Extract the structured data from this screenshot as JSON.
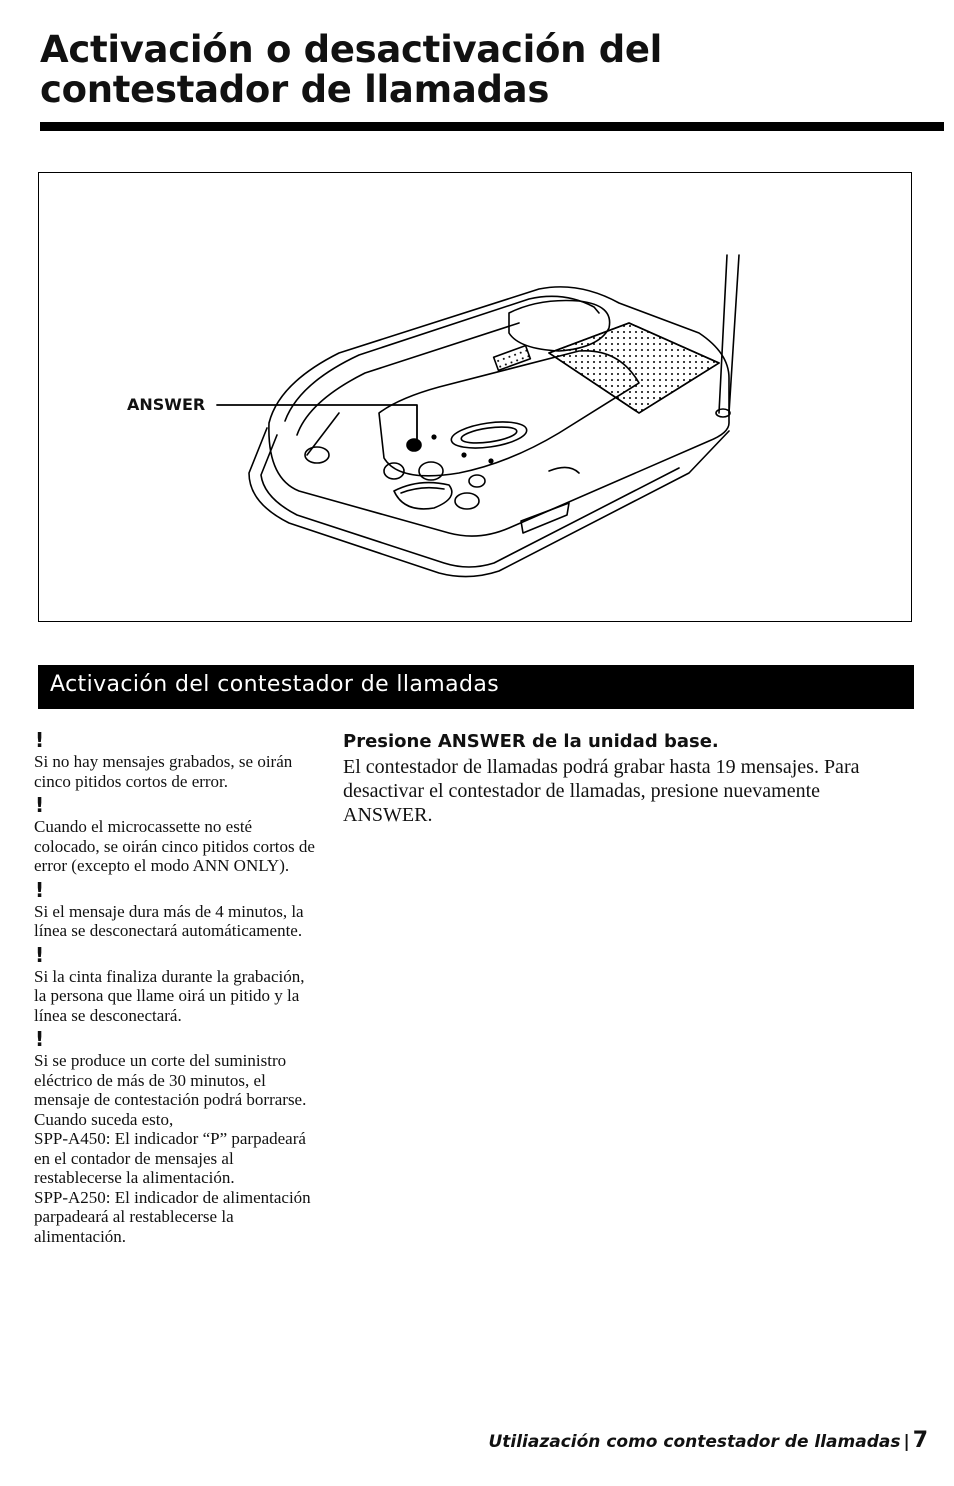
{
  "page": {
    "title": "Activación o desactivación del contestador de llamadas"
  },
  "figure": {
    "answer_label": "ANSWER"
  },
  "section": {
    "heading": "Activación del contestador de llamadas"
  },
  "notes": [
    {
      "icon": "!",
      "text": "Si no hay mensajes grabados, se oirán cinco pitidos cortos de error."
    },
    {
      "icon": "!",
      "text": "Cuando el microcassette no esté colocado, se oirán cinco pitidos cortos de error (excepto el modo ANN ONLY)."
    },
    {
      "icon": "!",
      "text": "Si el mensaje dura más de 4 minutos, la línea se desconectará automáticamente."
    },
    {
      "icon": "!",
      "text": "Si la cinta finaliza durante la grabación, la persona que llame oirá un pitido y la línea se desconectará."
    },
    {
      "icon": "!",
      "text": "Si se produce un corte del suministro eléctrico de más de 30 minutos, el mensaje de contestación podrá borrarse. Cuando suceda esto,",
      "model1_label": "SPP-A450:",
      "model1_text": "El indicador “P” parpadeará en el contador de mensajes al restablecerse la alimentación.",
      "model2_label": "SPP-A250:",
      "model2_text": "El indicador de alimentación parpadeará al restablecerse la alimentación."
    }
  ],
  "instructions": {
    "heading": "Presione ANSWER de la unidad base.",
    "body": "El contestador de llamadas podrá grabar hasta 19 mensajes.  Para desactivar el contestador de llamadas, presione nuevamente ANSWER."
  },
  "footer": {
    "section_title": "Utiliazación como contestador de llamadas",
    "separator": "|",
    "page_number": "7"
  }
}
